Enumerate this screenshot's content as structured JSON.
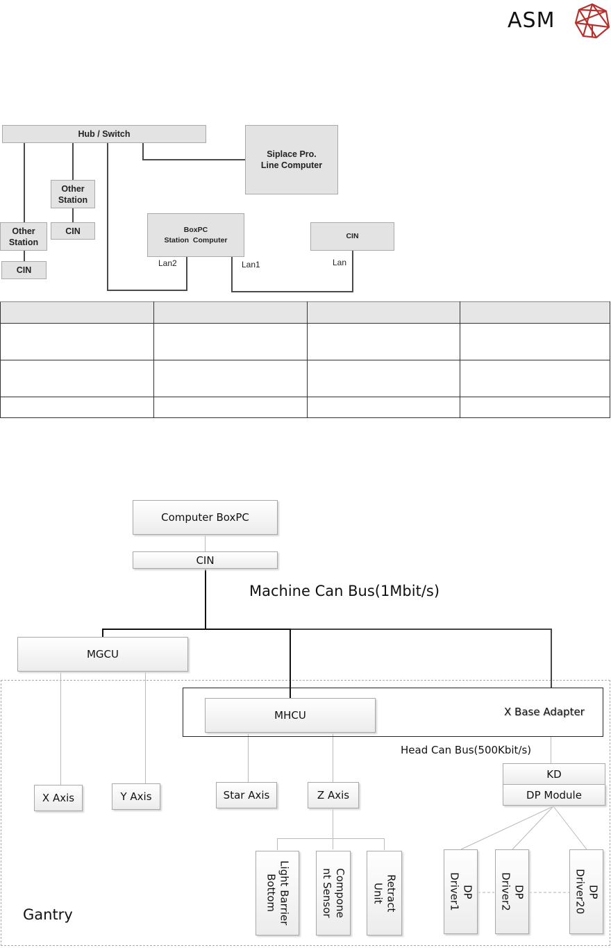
{
  "logo": {
    "text": "ASM",
    "icon": "asm-crystal-logo-icon",
    "color": "#b5312c"
  },
  "network_diagram": {
    "hub": "Hub / Switch",
    "line_computer": [
      "Siplace Pro.",
      "Line Computer"
    ],
    "other_station_1": [
      "Other",
      "Station"
    ],
    "cin_1": "CIN",
    "other_station_2": [
      "Other",
      "Station"
    ],
    "cin_2": "CIN",
    "station_computer": [
      "BoxPC",
      "Station  Computer"
    ],
    "cin_main": "CIN",
    "lan2": "Lan2",
    "lan1": "Lan1",
    "lan": "Lan"
  },
  "table": {
    "columns": [
      "",
      "",
      "",
      ""
    ],
    "rows": [
      [
        "",
        "",
        "",
        ""
      ],
      [
        "",
        "",
        "",
        ""
      ],
      [
        "",
        "",
        "",
        ""
      ]
    ]
  },
  "can_diagram": {
    "computer": "Computer BoxPC",
    "cin": "CIN",
    "machine_bus": "Machine Can Bus(1Mbit/s)",
    "mgcu": "MGCU",
    "mhcu": "MHCU",
    "x_base_adapter": "X Base Adapter",
    "head_bus": "Head Can Bus(500Kbit/s)",
    "x_axis": "X Axis",
    "y_axis": "Y Axis",
    "star_axis": "Star Axis",
    "z_axis": "Z Axis",
    "kd": "KD",
    "dp_module": "DP Module",
    "light_barrier": [
      "Light Barrier",
      "Bottom"
    ],
    "component_sensor": [
      "Compone",
      "nt Sensor"
    ],
    "retract_unit": [
      "Retract",
      "Unit"
    ],
    "dp_driver1": [
      "DP",
      "Driver1"
    ],
    "dp_driver2": [
      "DP",
      "Driver2"
    ],
    "dp_driver20": [
      "DP",
      "Driver20"
    ],
    "gantry": "Gantry"
  }
}
